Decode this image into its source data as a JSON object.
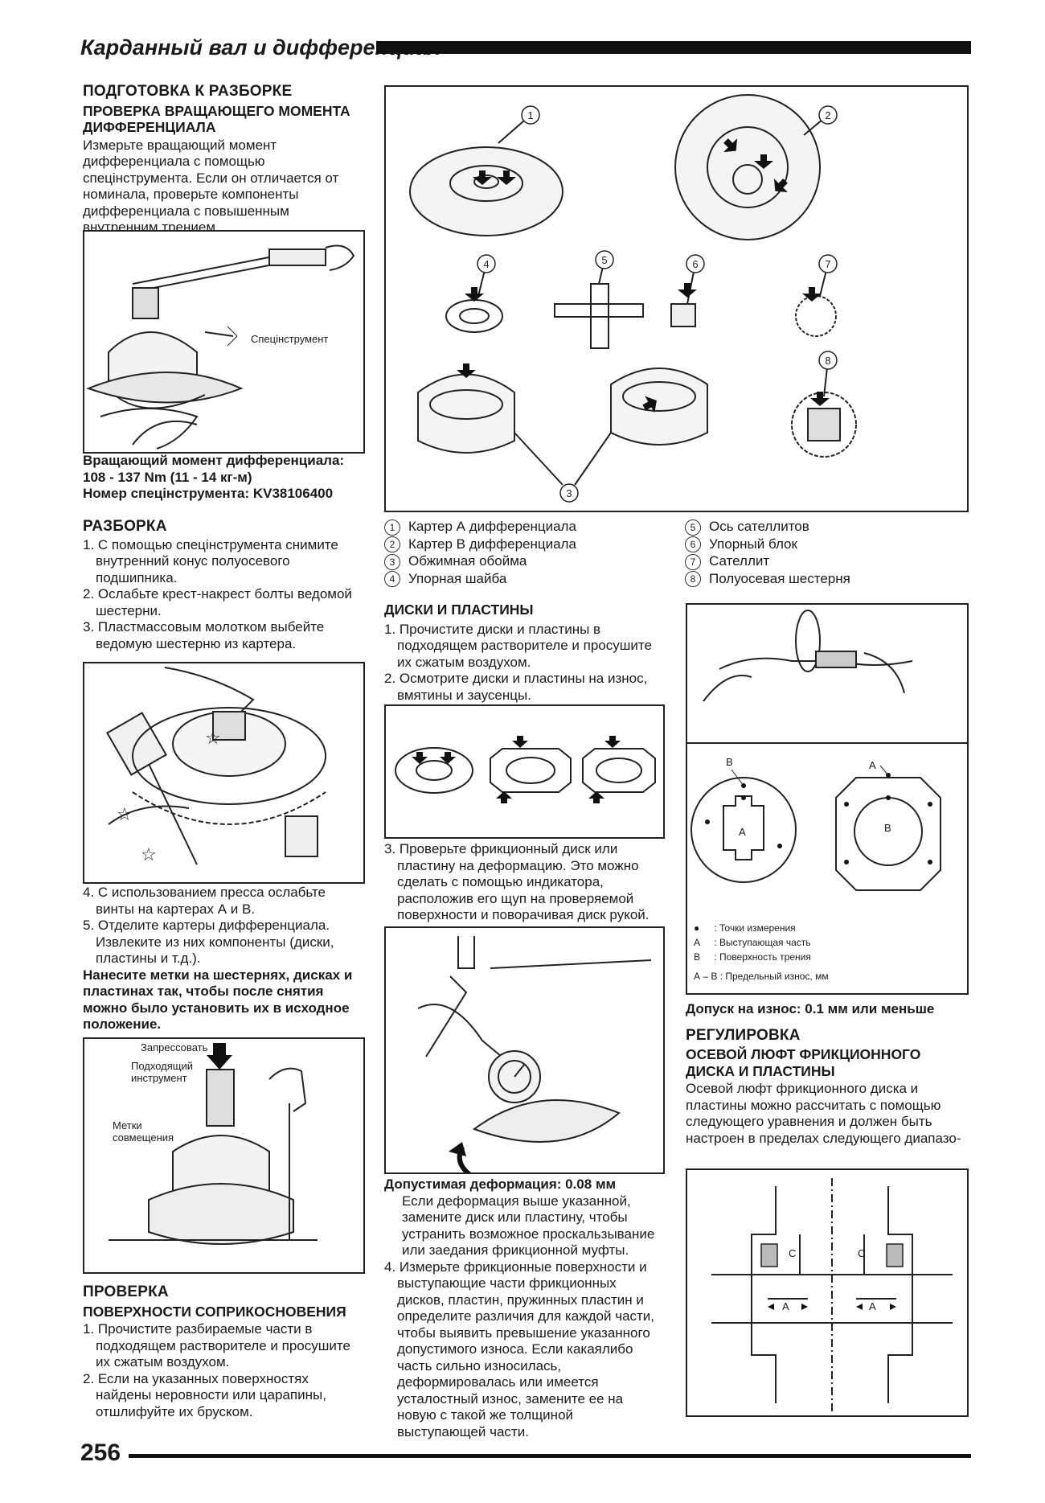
{
  "header": {
    "title": "Карданный вал и дифференциал"
  },
  "footer": {
    "page_number": "256"
  },
  "left": {
    "s1_heading": "ПОДГОТОВКА К РАЗБОРКЕ",
    "s1_sub": "ПРОВЕРКА ВРАЩАЮЩЕГО МОМЕНТА ДИФФЕРЕНЦИАЛА",
    "s1_text": "Измерьте вращающий момент дифференциала с помощью спецінструмента. Если он отличается от номинала, проверьте компоненты дифференциала с повышенным внутренним трением.",
    "fig1_label": "Спецінструмент",
    "s1_spec": "Вращающий момент дифференциала: 108 - 137 Nm (11 - 14 кг-м)",
    "s1_tool": "Номер спецінструмента: KV38106400",
    "s2_heading": "РАЗБОРКА",
    "s2_steps": [
      "1. С помощью спецінструмента снимите внутренний конус полуосевого подшипника.",
      "2. Ослабьте крест-накрест болты ведомой шестерни.",
      "3. Пластмассовым молотком выбейте ведомую шестерню из картера."
    ],
    "s2_steps2": [
      "4. С использованием пресса ослабьте винты на картерах А и В.",
      "5. Отделите картеры дифференциала. Извлеките из них компоненты (диски, пластины и т.д.)."
    ],
    "s2_note": "Нанесите метки на шестернях, дисках и пластинах так, чтобы после снятия можно было установить их в исходное положение.",
    "fig3_label_press": "Запрессовать",
    "fig3_label_tool": "Подходящий инструмент",
    "fig3_label_marks": "Метки совмещения",
    "s3_heading": "ПРОВЕРКА",
    "s3_sub": "ПОВЕРХНОСТИ СОПРИКОСНОВЕНИЯ",
    "s3_steps": [
      "1. Прочистите разбираемые части в подходящем растворителе и просушите их сжатым воздухом.",
      "2. Если на указанных поверхностях найдены неровности или царапины, отшлифуйте их бруском."
    ]
  },
  "parts_figure": {
    "legend_col1": [
      {
        "num": "1",
        "text": "Картер А дифференциала"
      },
      {
        "num": "2",
        "text": "Картер В дифференциала"
      },
      {
        "num": "3",
        "text": "Обжимная обойма"
      },
      {
        "num": "4",
        "text": "Упорная шайба"
      }
    ],
    "legend_col2": [
      {
        "num": "5",
        "text": "Ось сателлитов"
      },
      {
        "num": "6",
        "text": "Упорный блок"
      },
      {
        "num": "7",
        "text": "Сателлит"
      },
      {
        "num": "8",
        "text": "Полуосевая шестерня"
      }
    ]
  },
  "middle": {
    "heading": "ДИСКИ И ПЛАСТИНЫ",
    "steps": [
      "1. Прочистите диски и пластины в подходящем растворителе и просушите их сжатым воздухом.",
      "2. Осмотрите диски и пластины на износ, вмятины и заусенцы."
    ],
    "step3": "3. Проверьте фрикционный диск или пластину на деформацию. Это можно сделать с помощью индикатора, расположив его щуп на проверяемой поверхности и поворачивая диск рукой.",
    "spec": "Допустимая деформация: 0.08 мм",
    "spec_text": "Если деформация выше указанной, замените диск или пластину, чтобы устранить возможное проскальзывание или заедания фрикционной муфты.",
    "step4": "4. Измерьте фрикционные поверхности и выступающие части фрикционных дисков, пластин, пружинных пластин и определите различия для каждой части, чтобы выявить превышение указанного допустимого износа. Если какаялибо часть сильно износилась, деформировалась или имеется усталостный износ, замените ее на новую с такой же толщиной выступающей части."
  },
  "right": {
    "wear_labels": {
      "a": "А",
      "b": "В",
      "legend": [
        {
          "key": "●",
          "text": "Точки измерения"
        },
        {
          "key": "А",
          "text": "Выступающая часть"
        },
        {
          "key": "В",
          "text": "Поверхность трения"
        },
        {
          "key": "А – В",
          "text": "Предельный износ, мм"
        }
      ]
    },
    "wear_spec": "Допуск на износ: 0.1 мм или меньше",
    "heading": "РЕГУЛИРОВКА",
    "sub": "ОСЕВОЙ ЛЮФТ ФРИКЦИОННОГО ДИСКА И ПЛАСТИНЫ",
    "text": "Осевой люфт фрикционного диска и пластины можно рассчитать с помощью следующего уравнения и должен быть настроен в пределах следующего диапазо-",
    "section_labels": {
      "a": "A",
      "c": "C"
    }
  }
}
